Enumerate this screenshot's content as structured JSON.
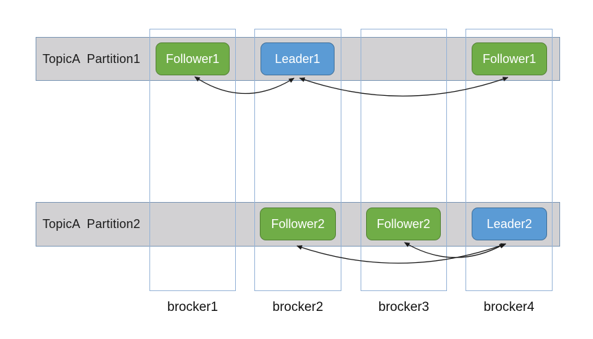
{
  "diagram": {
    "rows": [
      {
        "label": "TopicA  Partition1"
      },
      {
        "label": "TopicA  Partition2"
      }
    ],
    "brokers": [
      {
        "label": "brocker1"
      },
      {
        "label": "brocker2"
      },
      {
        "label": "brocker3"
      },
      {
        "label": "brocker4"
      }
    ],
    "nodes": [
      {
        "label": "Follower1",
        "role": "follower",
        "row": "Partition1",
        "broker": "brocker1"
      },
      {
        "label": "Leader1",
        "role": "leader",
        "row": "Partition1",
        "broker": "brocker2"
      },
      {
        "label": "Follower1",
        "role": "follower",
        "row": "Partition1",
        "broker": "brocker4"
      },
      {
        "label": "Follower2",
        "role": "follower",
        "row": "Partition2",
        "broker": "brocker2"
      },
      {
        "label": "Follower2",
        "role": "follower",
        "row": "Partition2",
        "broker": "brocker3"
      },
      {
        "label": "Leader2",
        "role": "leader",
        "row": "Partition2",
        "broker": "brocker4"
      }
    ],
    "edges": [
      {
        "from": "Leader1 (brocker2)",
        "to": "Follower1 (brocker1)",
        "bidirectional": true
      },
      {
        "from": "Leader1 (brocker2)",
        "to": "Follower1 (brocker4)",
        "bidirectional": true
      },
      {
        "from": "Leader2 (brocker4)",
        "to": "Follower2 (brocker2)",
        "bidirectional": true
      },
      {
        "from": "Leader2 (brocker4)",
        "to": "Follower2 (brocker3)",
        "bidirectional": true
      }
    ],
    "colors": {
      "follower_fill": "#70ad47",
      "follower_border": "#538135",
      "leader_fill": "#5b9bd5",
      "leader_border": "#41719c",
      "band_fill": "#d2d1d3",
      "band_border": "#7b96b5",
      "column_border": "#95b3d7",
      "arrow": "#1a1a1a"
    }
  }
}
